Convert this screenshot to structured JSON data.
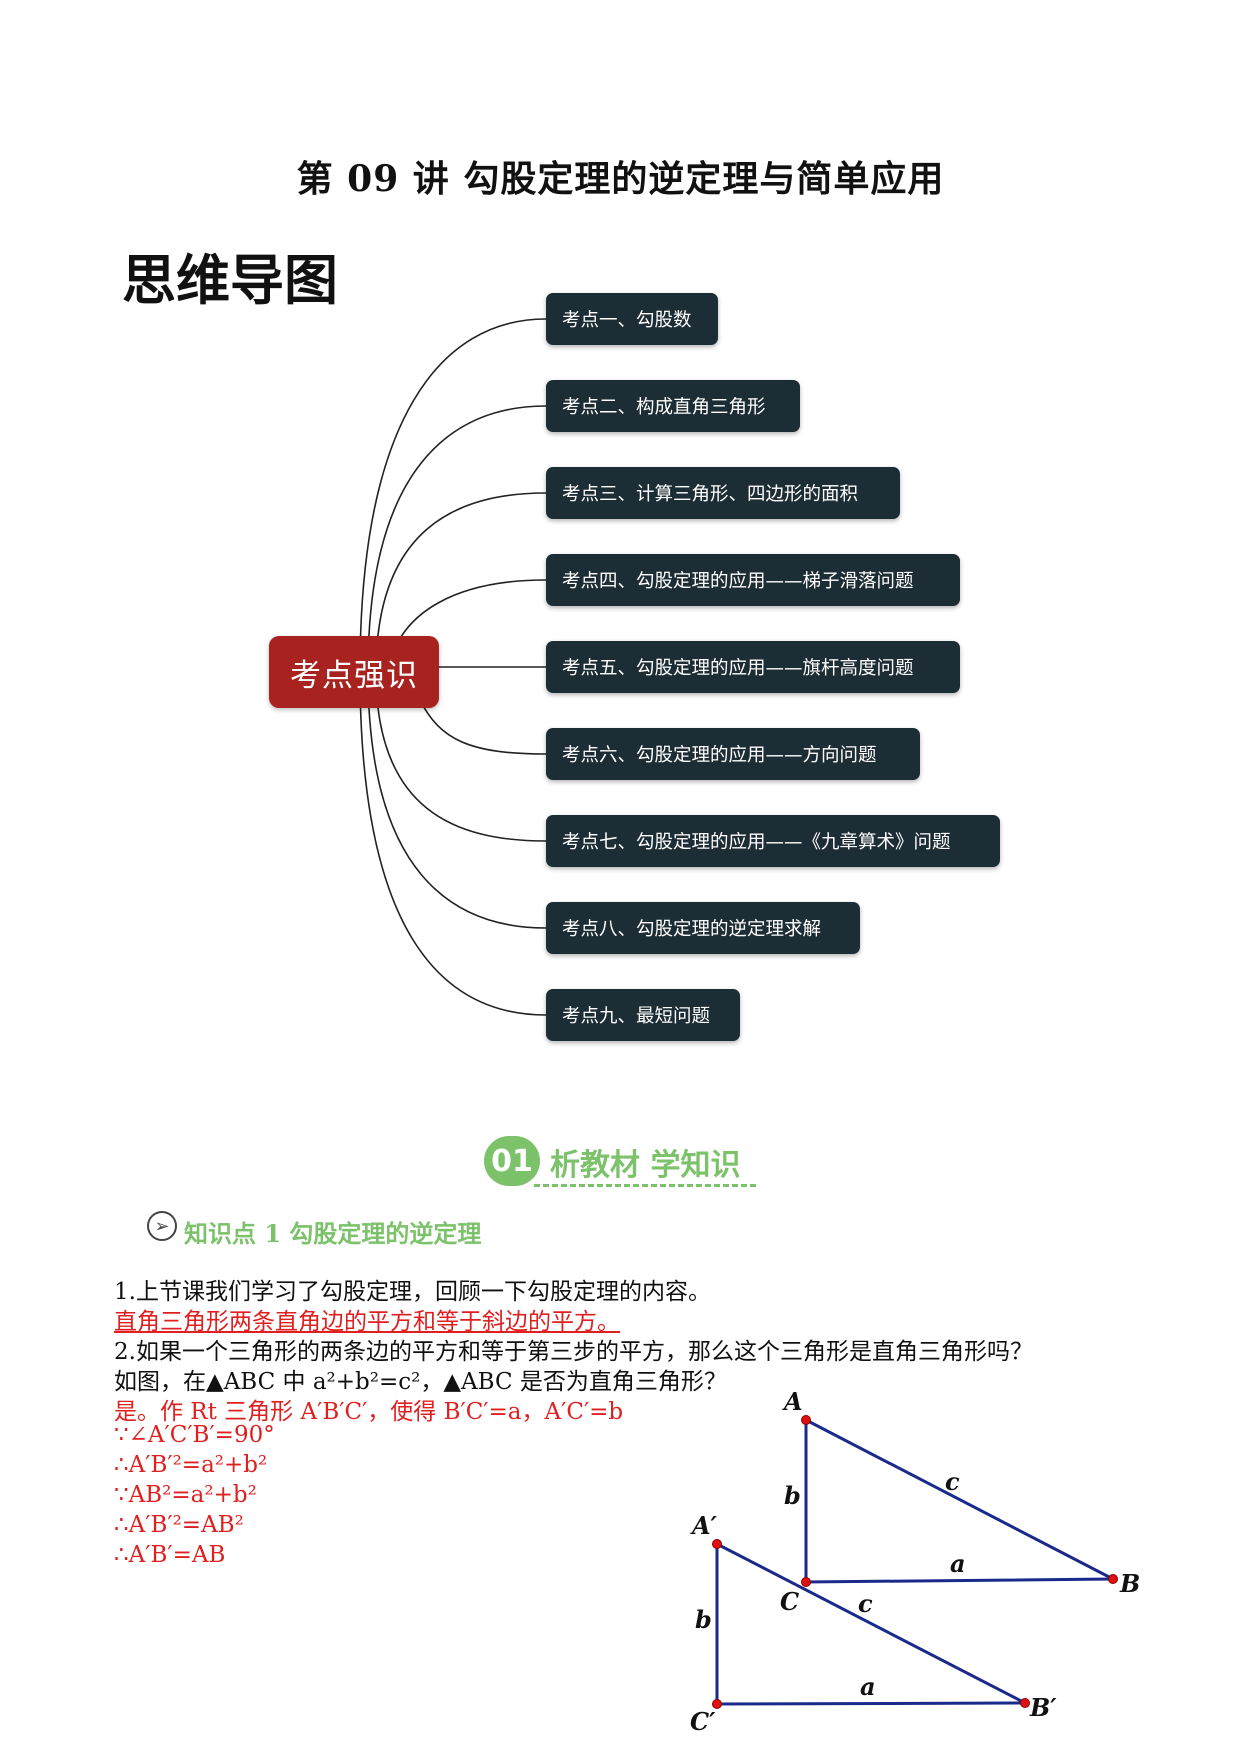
{
  "title": "第 09 讲  勾股定理的逆定理与简单应用",
  "mindmap": {
    "heading": "思维导图",
    "center": "考点强识",
    "nodes": [
      "考点一、勾股数",
      "考点二、构成直角三角形",
      "考点三、计算三角形、四边形的面积",
      "考点四、勾股定理的应用——梯子滑落问题",
      "考点五、勾股定理的应用——旗杆高度问题",
      "考点六、勾股定理的应用——方向问题",
      "考点七、勾股定理的应用——《九章算术》问题",
      "考点八、勾股定理的逆定理求解",
      "考点九、最短问题"
    ],
    "colors": {
      "center": "#a8221f",
      "node": "#1d2d35"
    }
  },
  "section": {
    "number": "01",
    "title": "析教材 学知识",
    "accent_color": "#7cc26a"
  },
  "knowledge_point": {
    "icon": "arrow-circle-icon",
    "title": "知识点 1 勾股定理的逆定理"
  },
  "content": {
    "q1": "1.上节课我们学习了勾股定理，回顾一下勾股定理的内容。",
    "a1": "直角三角形两条直角边的平方和等于斜边的平方。",
    "q2": "2.如果一个三角形的两条边的平方和等于第三步的平方，那么这个三角形是直角三角形吗？",
    "q2b": "如图，在▲ABC 中 a²+b²=c²，▲ABC 是否为直角三角形？",
    "proof": [
      "是。作 Rt 三角形 A′B′C′，使得 B′C′=a，A′C′=b",
      "∵∠A′C′B′=90°",
      "∴A′B′²=a²+b²",
      "∵AB²=a²+b²",
      "∴A′B′²=AB²",
      "∴A′B′=AB"
    ],
    "answer_color": "#e02020"
  },
  "figure": {
    "labels": {
      "A": "A",
      "B": "B",
      "C": "C",
      "A2": "A′",
      "B2": "B′",
      "C2": "C′",
      "a": "a",
      "b": "b",
      "c": "c"
    },
    "line_color": "#1a2a8a",
    "point_color": "#e01010"
  }
}
